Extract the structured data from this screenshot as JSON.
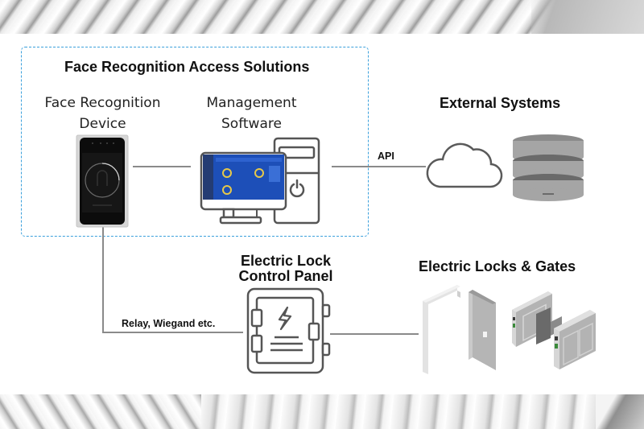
{
  "diagram": {
    "group_title": "Face Recognition Access Solutions",
    "nodes": {
      "face_device": {
        "label_line1": "Face Recognition",
        "label_line2": "Device",
        "icon": "face-recognition-terminal-icon"
      },
      "management_software": {
        "label_line1": "Management",
        "label_line2": "Software",
        "icon": "desktop-computer-icon"
      },
      "external_systems": {
        "label": "External Systems",
        "icons": [
          "cloud-icon",
          "database-icon"
        ]
      },
      "control_panel": {
        "label_line1": "Electric Lock",
        "label_line2": "Control Panel",
        "icon": "electrical-panel-icon"
      },
      "locks_gates": {
        "label": "Electric Locks & Gates",
        "icons": [
          "door-icon",
          "turnstile-gate-icon"
        ]
      }
    },
    "connections": [
      {
        "from": "face_device",
        "to": "management_software",
        "label": ""
      },
      {
        "from": "management_software",
        "to": "external_systems",
        "label": "API"
      },
      {
        "from": "face_device",
        "to": "control_panel",
        "label": "Relay, Wiegand etc."
      },
      {
        "from": "control_panel",
        "to": "locks_gates",
        "label": ""
      }
    ],
    "colors": {
      "group_border": "#3aa0dc",
      "icon_stroke": "#555555",
      "screen_blue": "#1d4fb8",
      "connector": "#8a8a8a"
    }
  }
}
